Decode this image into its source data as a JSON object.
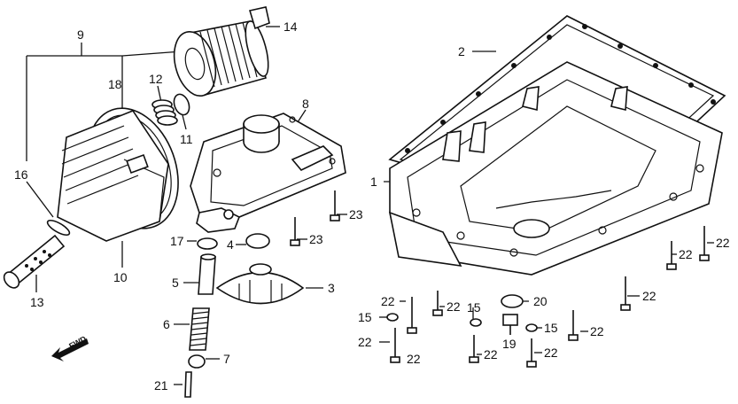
{
  "diagram": {
    "callouts": [
      {
        "id": "c9",
        "text": "9"
      },
      {
        "id": "c14",
        "text": "14"
      },
      {
        "id": "c2",
        "text": "2"
      },
      {
        "id": "c18",
        "text": "18"
      },
      {
        "id": "c12",
        "text": "12"
      },
      {
        "id": "c8",
        "text": "8"
      },
      {
        "id": "c11",
        "text": "11"
      },
      {
        "id": "c16",
        "text": "16"
      },
      {
        "id": "c1",
        "text": "1"
      },
      {
        "id": "c23a",
        "text": "23"
      },
      {
        "id": "c17",
        "text": "17"
      },
      {
        "id": "c4",
        "text": "4"
      },
      {
        "id": "c23b",
        "text": "23"
      },
      {
        "id": "c10",
        "text": "10"
      },
      {
        "id": "c5",
        "text": "5"
      },
      {
        "id": "c3",
        "text": "3"
      },
      {
        "id": "c13",
        "text": "13"
      },
      {
        "id": "c6",
        "text": "6"
      },
      {
        "id": "c7",
        "text": "7"
      },
      {
        "id": "c21",
        "text": "21"
      },
      {
        "id": "c22a",
        "text": "22"
      },
      {
        "id": "c22b",
        "text": "22"
      },
      {
        "id": "c15a",
        "text": "15"
      },
      {
        "id": "c22c",
        "text": "22"
      },
      {
        "id": "c15b",
        "text": "15"
      },
      {
        "id": "c20",
        "text": "20"
      },
      {
        "id": "c22d",
        "text": "22"
      },
      {
        "id": "c22e",
        "text": "22"
      },
      {
        "id": "c22f",
        "text": "22"
      },
      {
        "id": "c22g",
        "text": "22"
      },
      {
        "id": "c19",
        "text": "19"
      },
      {
        "id": "c15c",
        "text": "15"
      },
      {
        "id": "c22h",
        "text": "22"
      },
      {
        "id": "c22i",
        "text": "22"
      },
      {
        "id": "c22j",
        "text": "22"
      }
    ],
    "fwd_label": "FWD"
  }
}
